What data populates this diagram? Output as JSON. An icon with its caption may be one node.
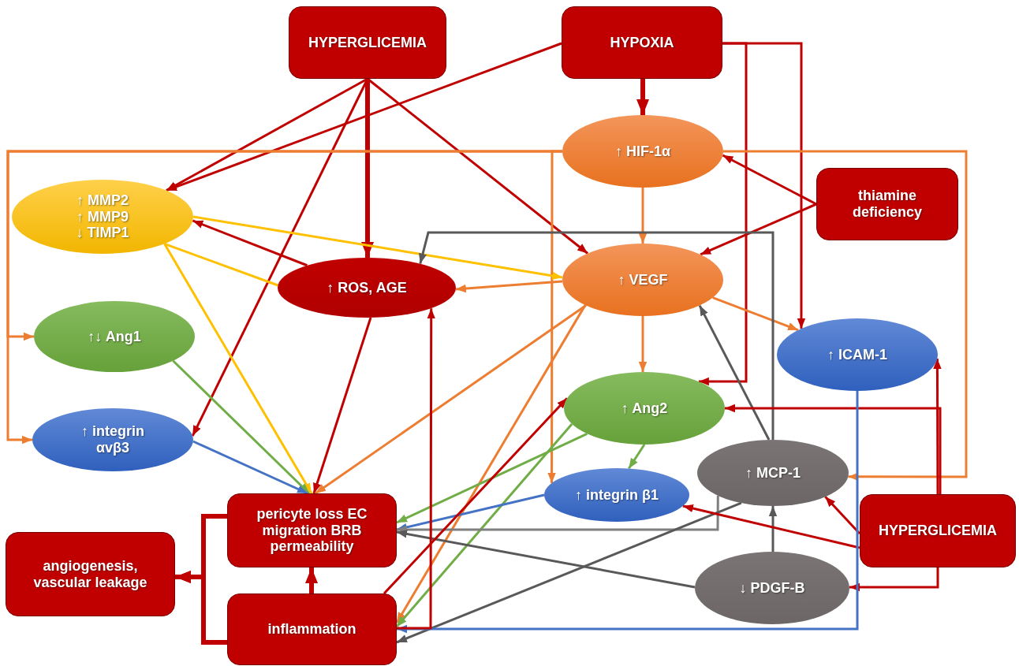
{
  "diagram": {
    "nodes": [
      {
        "text": [
          "HYPERGLICEMIA"
        ]
      },
      {
        "text": [
          "HYPOXIA"
        ]
      },
      {
        "text": [
          "↑ HIF-1α"
        ]
      },
      {
        "text": [
          "thiamine deficiency"
        ]
      },
      {
        "text": [
          "↑ MMP2 ↑ MMP9 ↓ TIMP1"
        ]
      },
      {
        "text": [
          "↑ ROS, AGE"
        ]
      },
      {
        "text": [
          "↑ VEGF"
        ]
      },
      {
        "text": [
          "↑↓ Ang1"
        ]
      },
      {
        "text": [
          "↑ ICAM-1"
        ]
      },
      {
        "text": [
          "↑ Ang2"
        ]
      },
      {
        "text": [
          "↑ integrin αvβ3"
        ]
      },
      {
        "text": [
          "↑ integrin β1"
        ]
      },
      {
        "text": [
          "↑ MCP-1"
        ]
      },
      {
        "text": [
          "pericyte loss EC migration BRB permeability"
        ]
      },
      {
        "text": [
          "HYPERGLICEMIA"
        ]
      },
      {
        "text": [
          "angiogenesis, vascular leakage"
        ]
      },
      {
        "text": [
          "↓ PDGF-B"
        ]
      },
      {
        "text": [
          "inflammation"
        ]
      }
    ],
    "edges": [
      {
        "from": 0,
        "to": 4,
        "arrow": "to"
      },
      {
        "from": 0,
        "to": 5,
        "arrow": "to",
        "style": "thick"
      },
      {
        "from": 0,
        "to": 10,
        "arrow": "to"
      },
      {
        "from": 0,
        "to": 6,
        "arrow": "to"
      },
      {
        "from": 1,
        "to": 4,
        "arrow": "to"
      },
      {
        "from": 1,
        "to": 2,
        "arrow": "to",
        "style": "thick"
      },
      {
        "from": 1,
        "to": 9,
        "arrow": "to"
      },
      {
        "from": 1,
        "to": 8,
        "arrow": "to"
      },
      {
        "from": 2,
        "to": 6,
        "arrow": "to",
        "color": "#ed7d31"
      },
      {
        "from": 2,
        "to": 7,
        "arrow": "to",
        "color": "#ed7d31"
      },
      {
        "from": 2,
        "to": 10,
        "arrow": "to",
        "color": "#ed7d31"
      },
      {
        "from": 2,
        "to": 11,
        "arrow": "to",
        "color": "#ed7d31"
      },
      {
        "from": 2,
        "to": 12,
        "arrow": "to",
        "color": "#ed7d31"
      },
      {
        "from": 3,
        "to": 2,
        "arrow": "to"
      },
      {
        "from": 3,
        "to": 6,
        "arrow": "to"
      },
      {
        "from": 4,
        "to": 6,
        "arrow": "to",
        "color": "#ffc000"
      },
      {
        "from": 4,
        "to": 5,
        "arrow": "none",
        "color": "#ffc000"
      },
      {
        "from": 4,
        "to": 13,
        "arrow": "to",
        "color": "#ffc000"
      },
      {
        "from": 5,
        "to": 4,
        "arrow": "to"
      },
      {
        "from": 5,
        "to": 13,
        "arrow": "to"
      },
      {
        "from": 6,
        "to": 5,
        "arrow": "to",
        "color": "#ed7d31"
      },
      {
        "from": 6,
        "to": 13,
        "arrow": "to",
        "color": "#ed7d31"
      },
      {
        "from": 6,
        "to": 9,
        "arrow": "to",
        "color": "#ed7d31"
      },
      {
        "from": 6,
        "to": 8,
        "arrow": "to",
        "color": "#ed7d31"
      },
      {
        "from": 6,
        "to": 17,
        "arrow": "to",
        "color": "#ed7d31"
      },
      {
        "from": 7,
        "to": 13,
        "arrow": "to",
        "color": "#70ad47"
      },
      {
        "from": 10,
        "to": 13,
        "arrow": "to",
        "color": "#4472c4"
      },
      {
        "from": 9,
        "to": 11,
        "arrow": "to",
        "color": "#70ad47"
      },
      {
        "from": 9,
        "to": 13,
        "arrow": "to",
        "color": "#70ad47"
      },
      {
        "from": 9,
        "to": 17,
        "arrow": "to",
        "color": "#70ad47"
      },
      {
        "from": 11,
        "to": 13,
        "arrow": "to",
        "color": "#4472c4"
      },
      {
        "from": 12,
        "to": 6,
        "arrow": "to",
        "color": "#595959"
      },
      {
        "from": 12,
        "to": 5,
        "arrow": "to",
        "color": "#595959"
      },
      {
        "from": 12,
        "to": 13,
        "arrow": "to",
        "color": "#7f7f7f"
      },
      {
        "from": 12,
        "to": 17,
        "arrow": "to",
        "color": "#595959"
      },
      {
        "from": 16,
        "to": 12,
        "arrow": "to",
        "color": "#595959"
      },
      {
        "from": 16,
        "to": 13,
        "arrow": "to",
        "color": "#595959"
      },
      {
        "from": 14,
        "to": 12,
        "arrow": "to"
      },
      {
        "from": 14,
        "to": 11,
        "arrow": "to"
      },
      {
        "from": 14,
        "to": 9,
        "arrow": "to"
      },
      {
        "from": 14,
        "to": 8,
        "arrow": "to"
      },
      {
        "from": 14,
        "to": 16,
        "arrow": "to"
      },
      {
        "from": 8,
        "to": 17,
        "arrow": "to",
        "color": "#4472c4"
      },
      {
        "from": 17,
        "to": 13,
        "arrow": "to",
        "style": "thick"
      },
      {
        "from": 17,
        "to": 9,
        "arrow": "to"
      },
      {
        "from": 17,
        "to": 5,
        "arrow": "to"
      },
      {
        "from": 13,
        "to": 15,
        "arrow": "to",
        "style": "thick"
      },
      {
        "from": 17,
        "to": 15,
        "arrow": "to",
        "style": "thick"
      }
    ]
  }
}
